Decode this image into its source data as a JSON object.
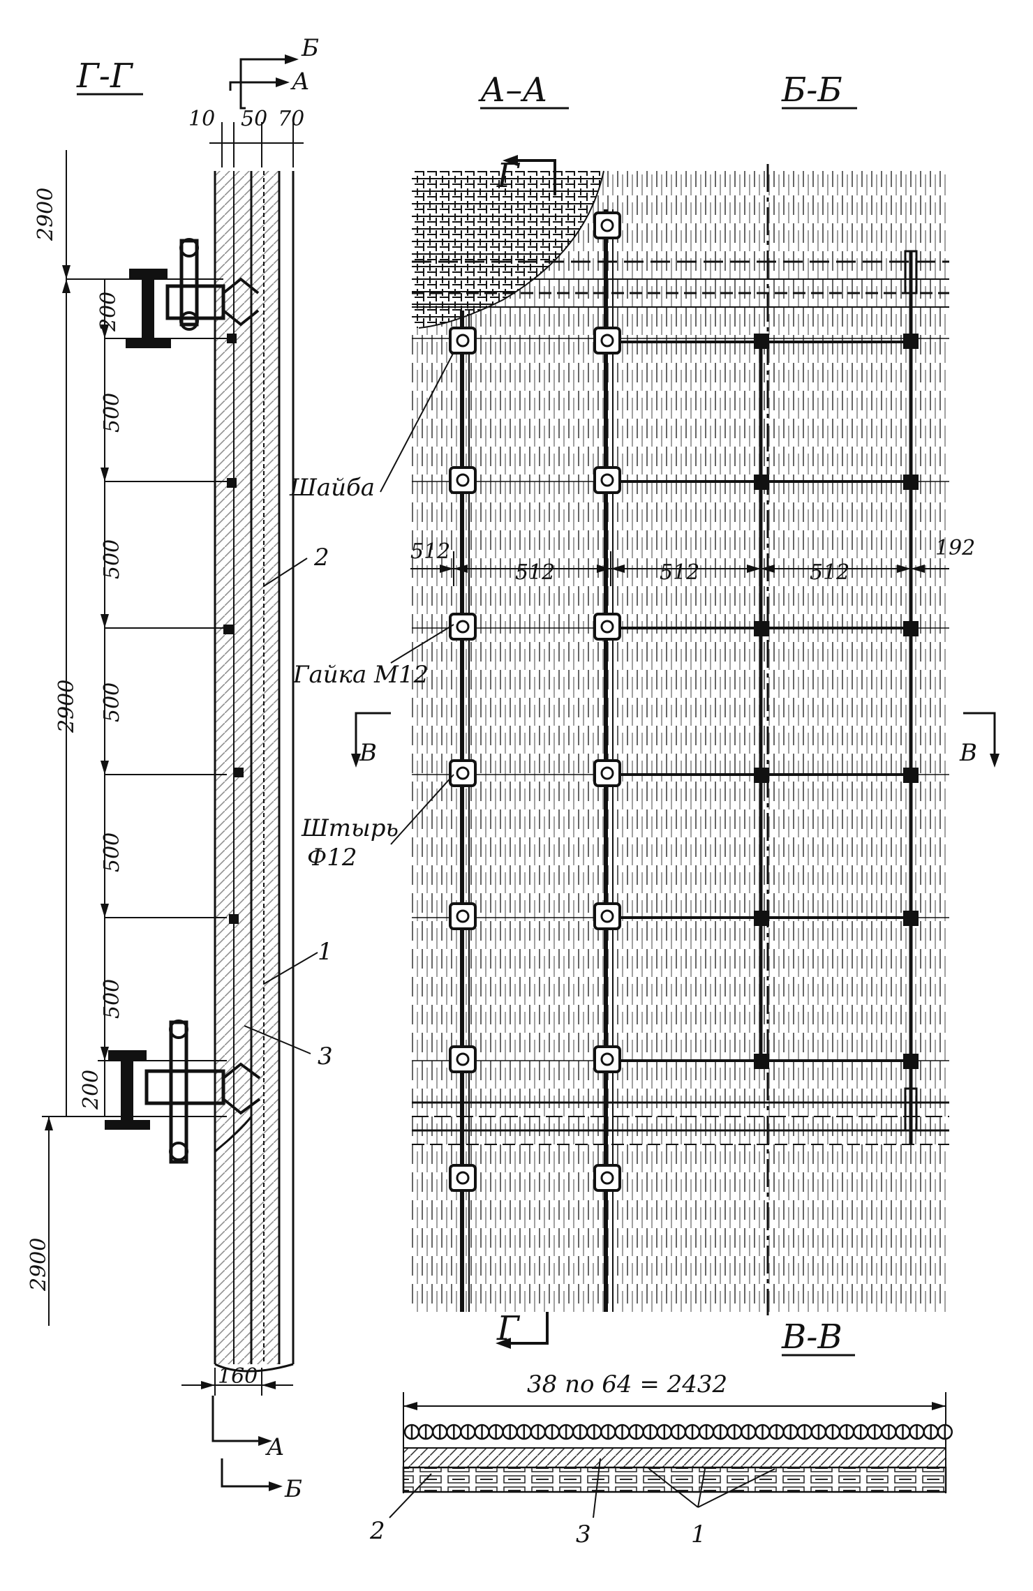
{
  "sections": {
    "gg": "Г-Г",
    "aa": "А–А",
    "bb": "Б-Б",
    "vv": "В-В"
  },
  "section_marks": {
    "b": "Б",
    "a": "А",
    "g": "Г",
    "v": "В"
  },
  "dimensions": {
    "d10": "10",
    "d50": "50",
    "d70": "70",
    "d160": "160",
    "d2900": "2900",
    "d200": "200",
    "d500": "500",
    "d512": "512",
    "d192": "192",
    "d2432": "38 по 64 = 2432"
  },
  "labels": {
    "washer": "Шайба",
    "nut": "Гайка М12",
    "pin_line1": "Штырь",
    "pin_line2": "Ф12",
    "n1": "1",
    "n2": "2",
    "n3": "3"
  }
}
